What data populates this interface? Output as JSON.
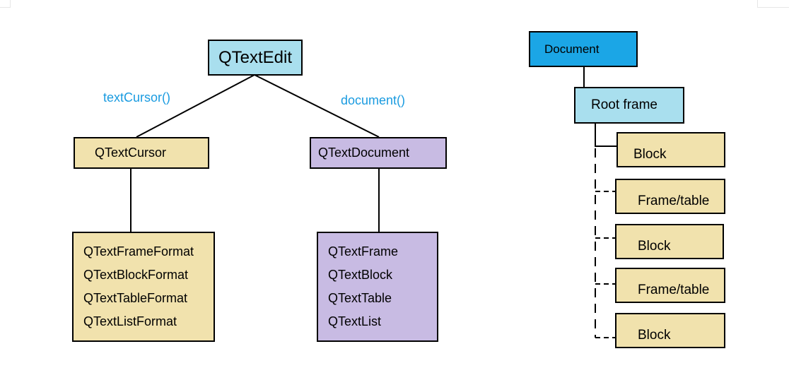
{
  "colors": {
    "qtextedit_fill": "#a9dfee",
    "cursor_fill": "#f1e2ad",
    "document_fill": "#c8bbe3",
    "document_root_fill": "#1ba6e6",
    "root_frame_fill": "#a9dfee",
    "block_fill": "#f1e2ad",
    "method_text": "#1a9be0",
    "line": "#000000"
  },
  "left_diagram": {
    "root": "QTextEdit",
    "methods": {
      "cursor": "textCursor()",
      "document": "document()"
    },
    "cursor_class": "QTextCursor",
    "document_class": "QTextDocument",
    "format_classes": [
      "QTextFrameFormat",
      "QTextBlockFormat",
      "QTextTableFormat",
      "QTextListFormat"
    ],
    "document_elements": [
      "QTextFrame",
      "QTextBlock",
      "QTextTable",
      "QTextList"
    ]
  },
  "right_diagram": {
    "document": "Document",
    "root_frame": "Root frame",
    "children": [
      "Block",
      "Frame/table",
      "Block",
      "Frame/table",
      "Block"
    ]
  }
}
